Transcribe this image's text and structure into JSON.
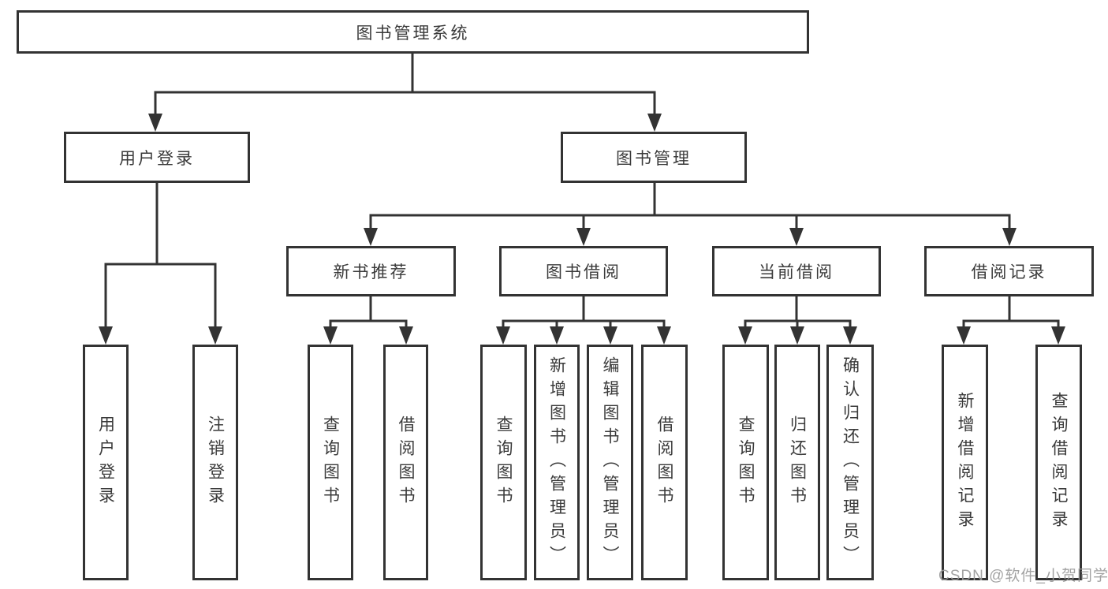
{
  "diagram": {
    "type": "hierarchy-tree",
    "colors": {
      "line": "#333333",
      "box_border": "#333333",
      "box_fill": "#ffffff",
      "text": "#3a3a3a",
      "watermark": "#9a9a9a",
      "background": "#ffffff"
    },
    "tree": {
      "label": "图书管理系统",
      "children": [
        {
          "label": "用户登录",
          "children": [
            {
              "label": "用户登录"
            },
            {
              "label": "注销登录"
            }
          ]
        },
        {
          "label": "图书管理",
          "children": [
            {
              "label": "新书推荐",
              "children": [
                {
                  "label": "查询图书"
                },
                {
                  "label": "借阅图书"
                }
              ]
            },
            {
              "label": "图书借阅",
              "children": [
                {
                  "label": "查询图书"
                },
                {
                  "label": "新增图书（管理员）"
                },
                {
                  "label": "编辑图书（管理员）"
                },
                {
                  "label": "借阅图书"
                }
              ]
            },
            {
              "label": "当前借阅",
              "children": [
                {
                  "label": "查询图书"
                },
                {
                  "label": "归还图书"
                },
                {
                  "label": "确认归还（管理员）"
                }
              ]
            },
            {
              "label": "借阅记录",
              "children": [
                {
                  "label": "新增借阅记录"
                },
                {
                  "label": "查询借阅记录"
                }
              ]
            }
          ]
        }
      ]
    }
  },
  "watermark": {
    "text": "CSDN @软件_小贺同学"
  }
}
